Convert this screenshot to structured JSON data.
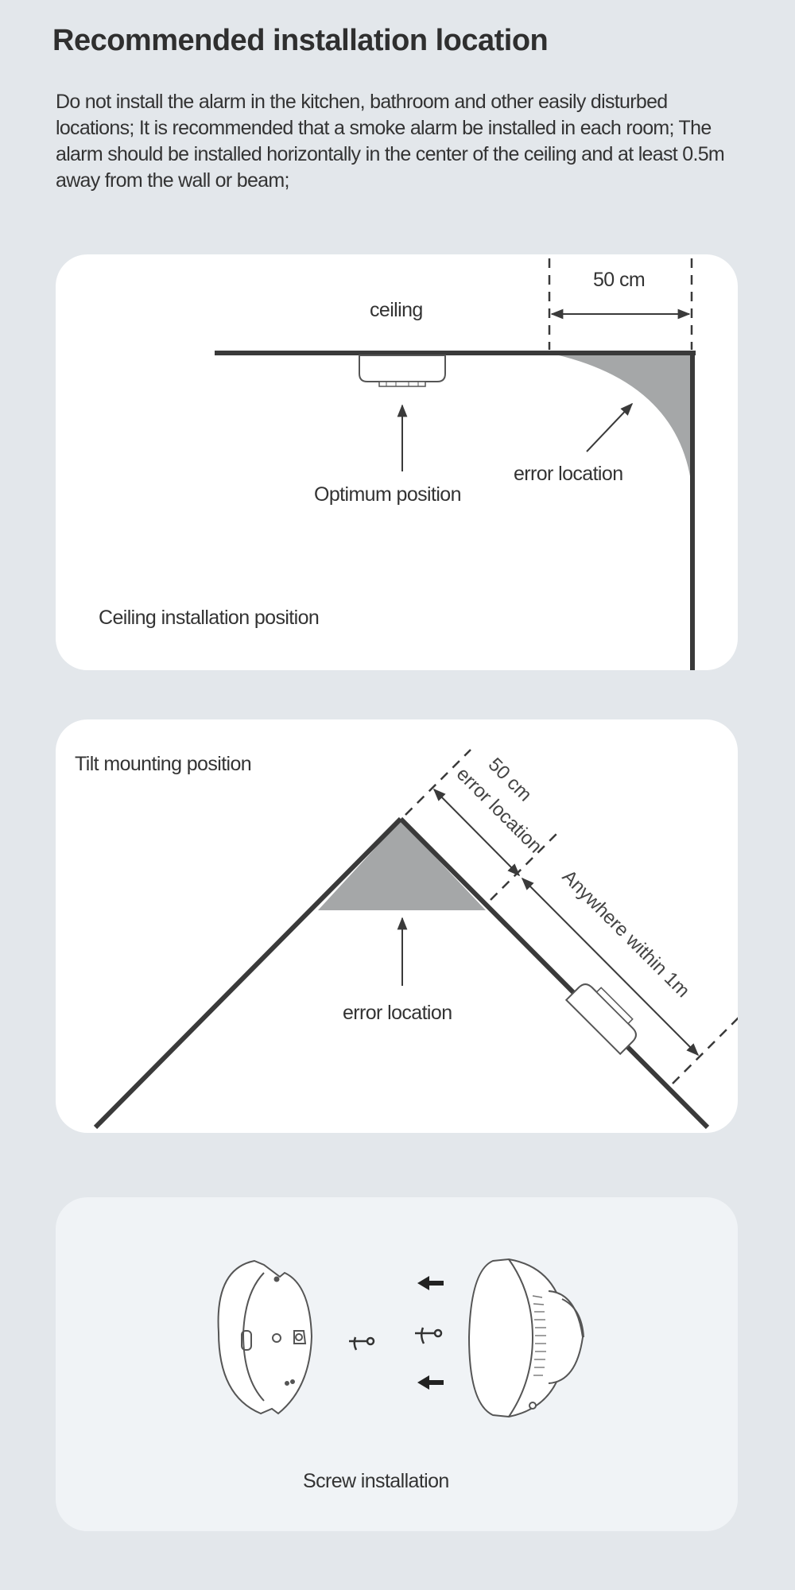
{
  "header": {
    "title": "Recommended installation location",
    "description": "Do not install the alarm in the kitchen, bathroom and other easily disturbed locations; It is recommended that a smoke alarm be installed in each room; The alarm should be installed horizontally in the center of the ceiling and at least 0.5m away from the wall or beam;"
  },
  "ceiling_panel": {
    "ceiling_label": "ceiling",
    "distance_label": "50 cm",
    "optimum_label": "Optimum position",
    "error_label": "error location",
    "caption": "Ceiling installation position"
  },
  "tilt_panel": {
    "caption": "Tilt mounting position",
    "distance_label": "50 cm",
    "error_zone_label": "error location",
    "range_label": "Anywhere within 1m",
    "error_label": "error location"
  },
  "screw_panel": {
    "caption": "Screw installation"
  },
  "colors": {
    "background": "#e3e7eb",
    "panel": "#ffffff",
    "error_zone": "#a5a7a8",
    "line": "#3a3a3a"
  }
}
